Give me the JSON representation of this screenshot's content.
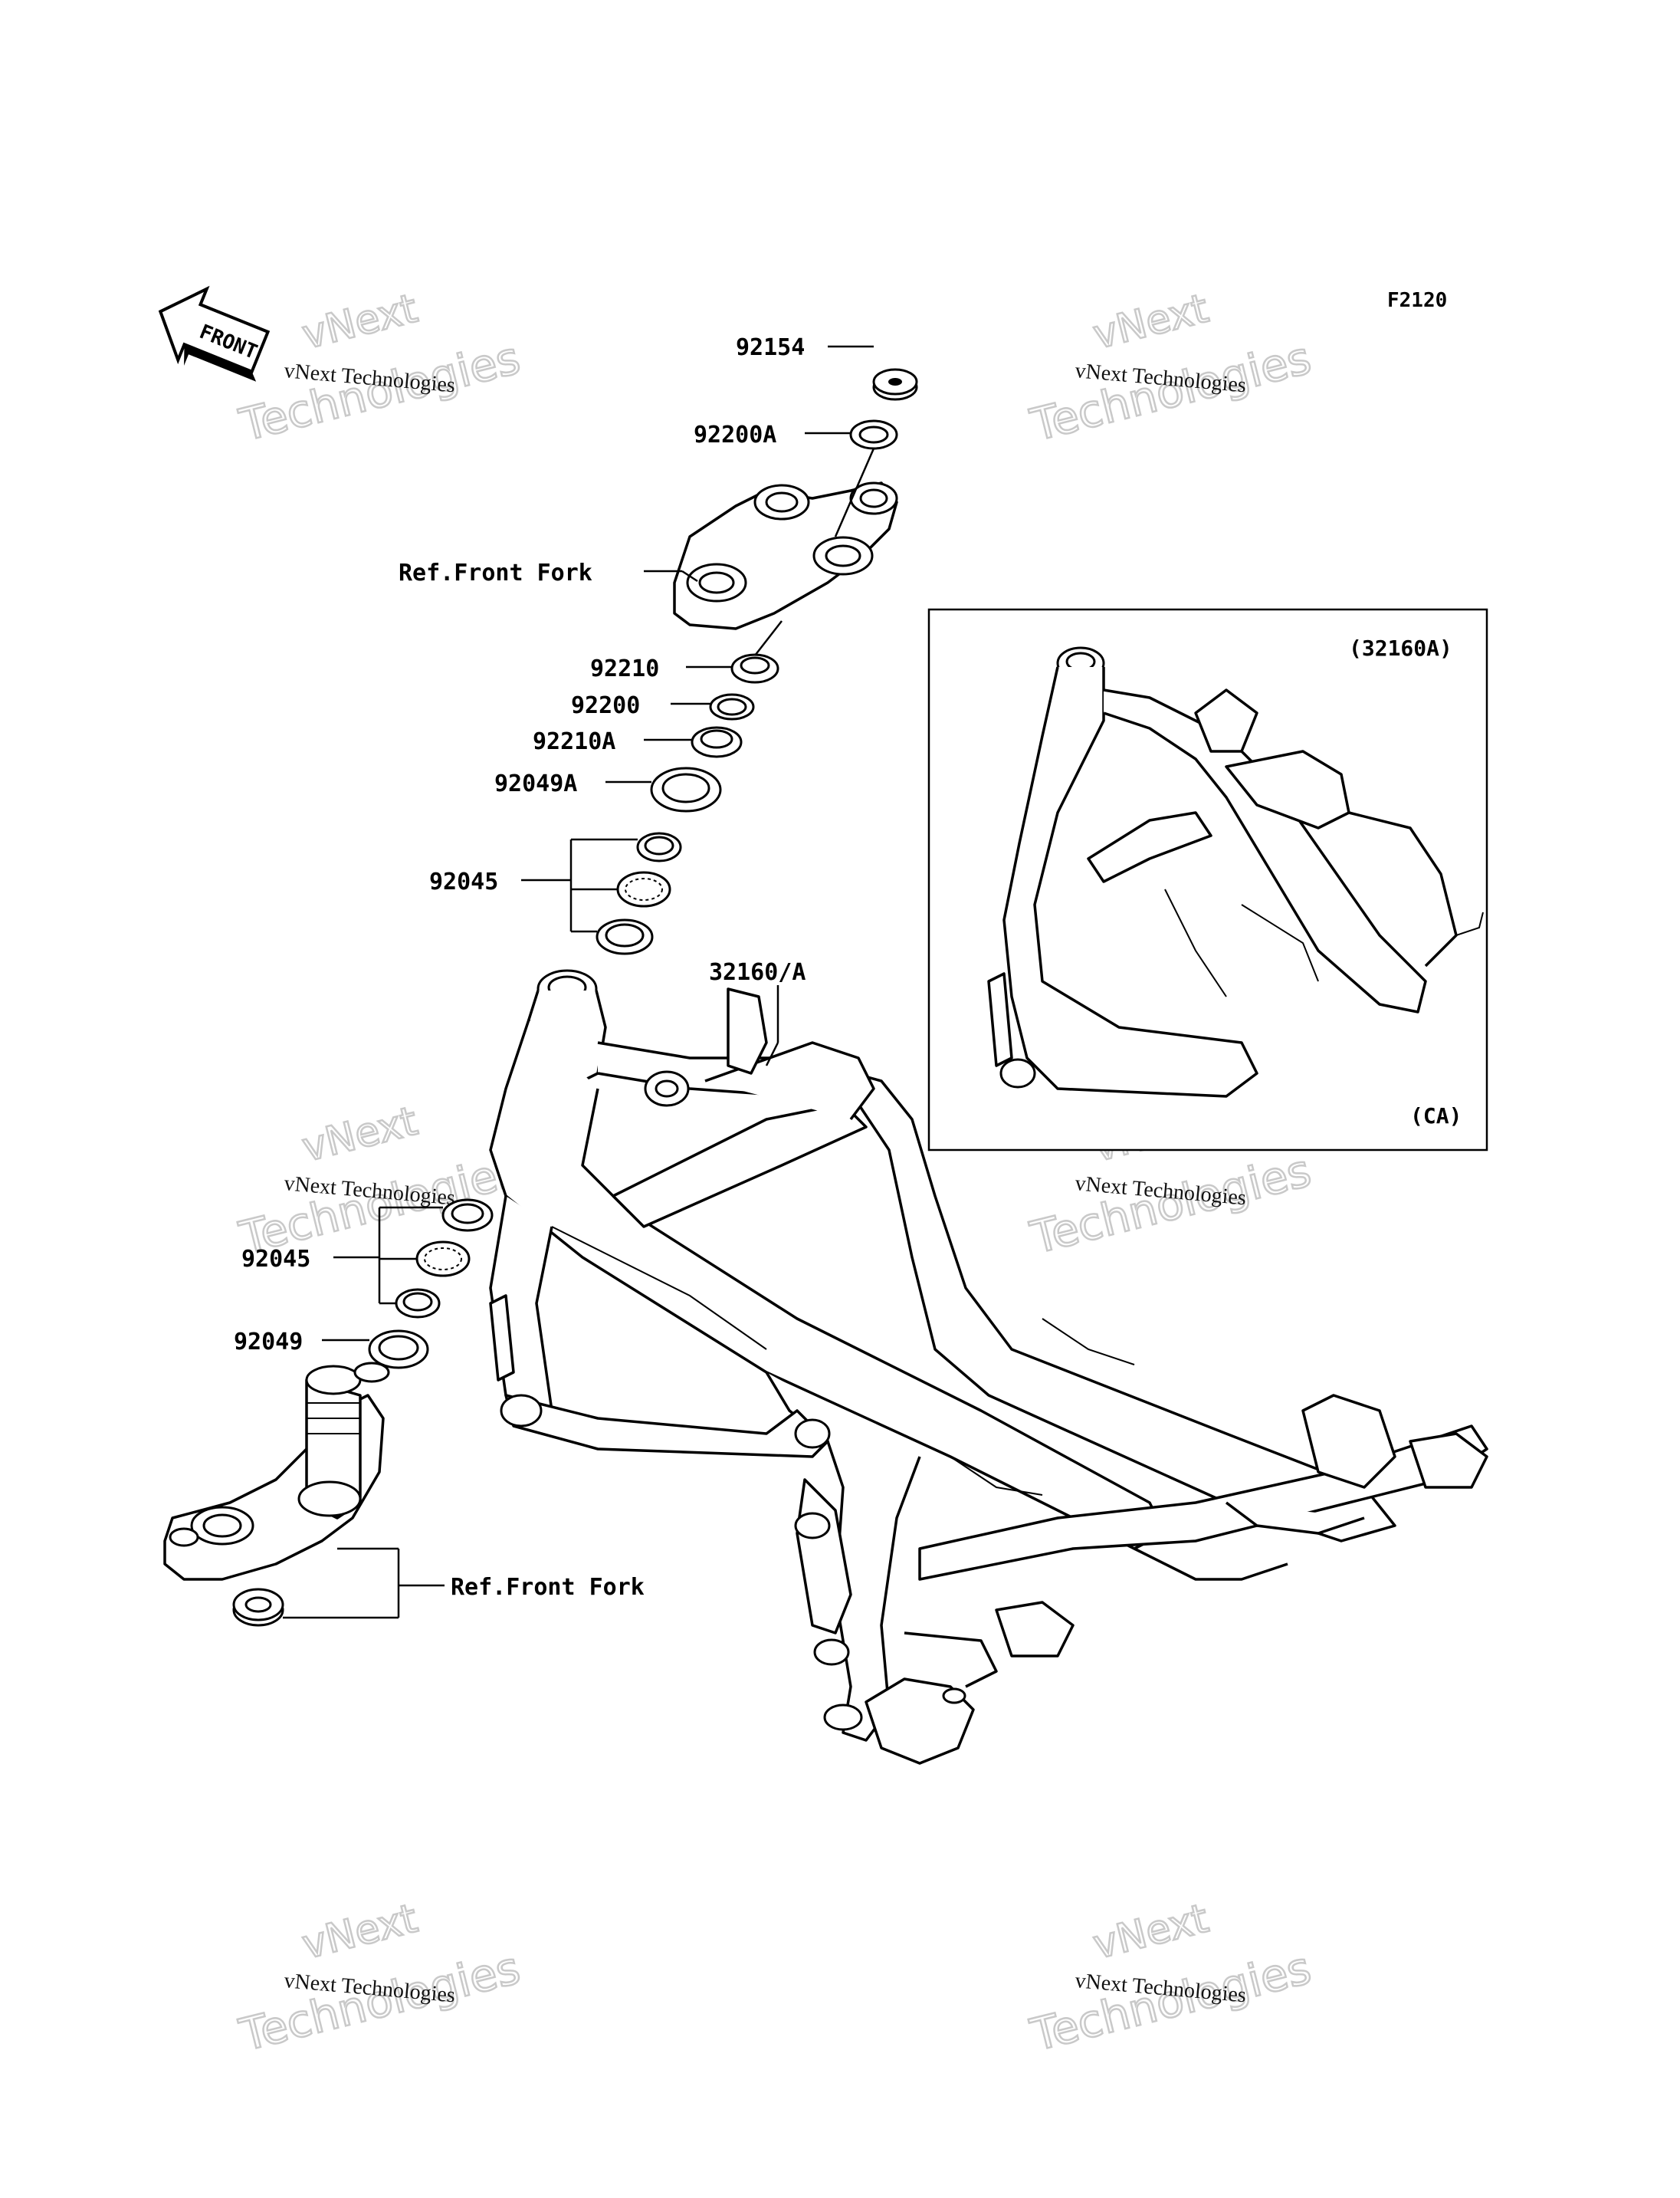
{
  "figure_code": "F2120",
  "front_label": "FRONT",
  "parts": {
    "p92154": "92154",
    "p92200A": "92200A",
    "ref_front_fork_top": "Ref.Front Fork",
    "p92210": "92210",
    "p92200": "92200",
    "p92210A": "92210A",
    "p92049A": "92049A",
    "p92045_top": "92045",
    "p32160A": "32160/A",
    "p92045_bottom": "92045",
    "p92049": "92049",
    "ref_front_fork_bottom": "Ref.Front Fork"
  },
  "inset": {
    "code": "(32160A)",
    "market": "(CA)"
  },
  "watermark": {
    "line1": "vNext Technologies",
    "logo_word1": "vNext",
    "logo_word2": "Technologies"
  }
}
